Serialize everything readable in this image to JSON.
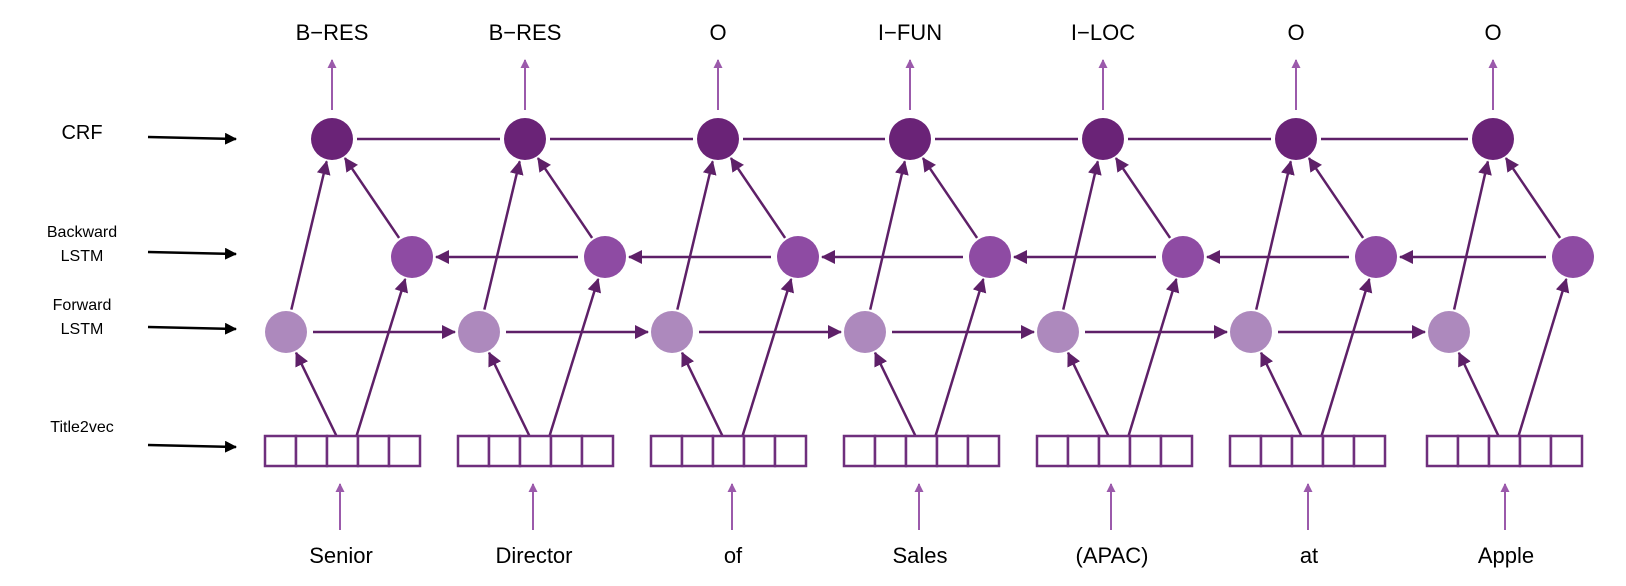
{
  "layers": {
    "crf": "CRF",
    "backward": [
      "Backward",
      "LSTM"
    ],
    "forward": [
      "Forward",
      "LSTM"
    ],
    "title2vec": "Title2vec"
  },
  "tokens": [
    {
      "word": "Senior",
      "tag": "B−RES"
    },
    {
      "word": "Director",
      "tag": "B−RES"
    },
    {
      "word": "of",
      "tag": "O"
    },
    {
      "word": "Sales",
      "tag": "I−FUN"
    },
    {
      "word": "(APAC)",
      "tag": "I−LOC"
    },
    {
      "word": "at",
      "tag": "O"
    },
    {
      "word": "Apple",
      "tag": "O"
    }
  ],
  "colors": {
    "crf_node": "#6a2377",
    "backward_node": "#8e4ba3",
    "forward_node": "#ad89bd",
    "edge": "#5e2068",
    "vector_box": "#6f2f7d",
    "input_arrow": "#9b5aab",
    "layer_arrow": "#000000"
  }
}
